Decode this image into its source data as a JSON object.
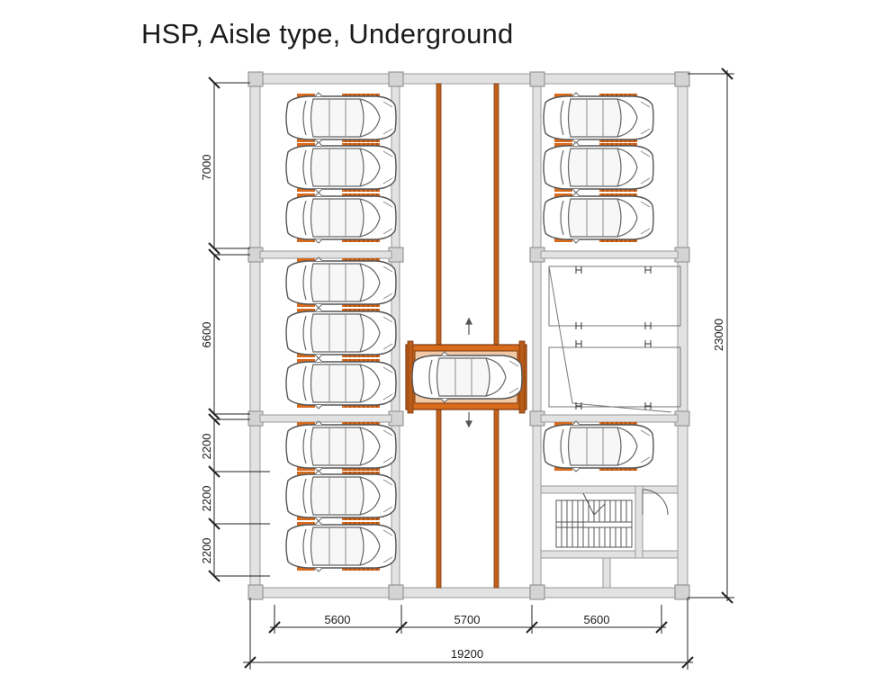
{
  "title": "HSP, Aisle type, Underground",
  "dimensions": {
    "bay_top": "7000",
    "bay_middle": "6600",
    "bay_low_1": "2200",
    "bay_low_2": "2200",
    "bay_low_3": "2200",
    "total_height": "23000",
    "width_left": "5600",
    "width_aisle": "5700",
    "width_right": "5600",
    "total_width": "19200"
  },
  "colors": {
    "wall": "#e2e2e2",
    "wall_stroke": "#9a9a9a",
    "rail": "#c0621c",
    "pallet": "#d86a1c",
    "car_stroke": "#555555"
  }
}
